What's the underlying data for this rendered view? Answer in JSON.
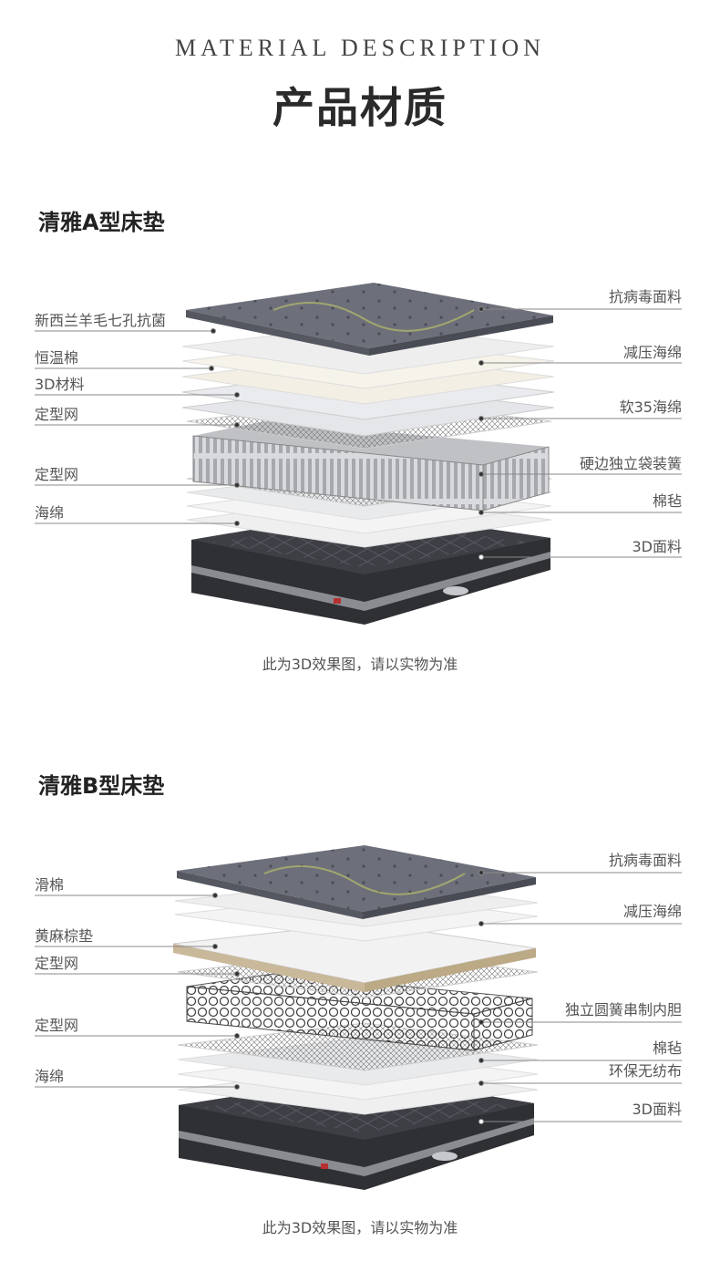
{
  "header": {
    "english_title": "MATERIAL DESCRIPTION",
    "chinese_title": "产品材质"
  },
  "sections": [
    {
      "title": "清雅A型床垫",
      "left_labels": [
        "新西兰羊毛七孔抗菌",
        "恒温棉",
        "3D材料",
        "定型网",
        "定型网",
        "海绵"
      ],
      "right_labels": [
        "抗病毒面料",
        "减压海绵",
        "软35海绵",
        "硬边独立袋装簧",
        "棉毡",
        "3D面料"
      ],
      "note": "此为3D效果图，请以实物为准"
    },
    {
      "title": "清雅B型床垫",
      "left_labels": [
        "滑棉",
        "黄麻棕垫",
        "定型网",
        "定型网",
        "海绵"
      ],
      "right_labels": [
        "抗病毒面料",
        "减压海绵",
        "独立圆簧串制内胆",
        "棉毡",
        "环保无纺布",
        "3D面料"
      ],
      "note": "此为3D效果图，请以实物为准"
    }
  ],
  "colors": {
    "top_fabric": "#6d6f7a",
    "layer_white": "#eeeeee",
    "layer_cream": "#f3efe4",
    "layer_gray": "#e4e6ea",
    "jute": "#c9b89a",
    "base_dark": "#2f3034",
    "leader_line": "#8a8a8a"
  }
}
